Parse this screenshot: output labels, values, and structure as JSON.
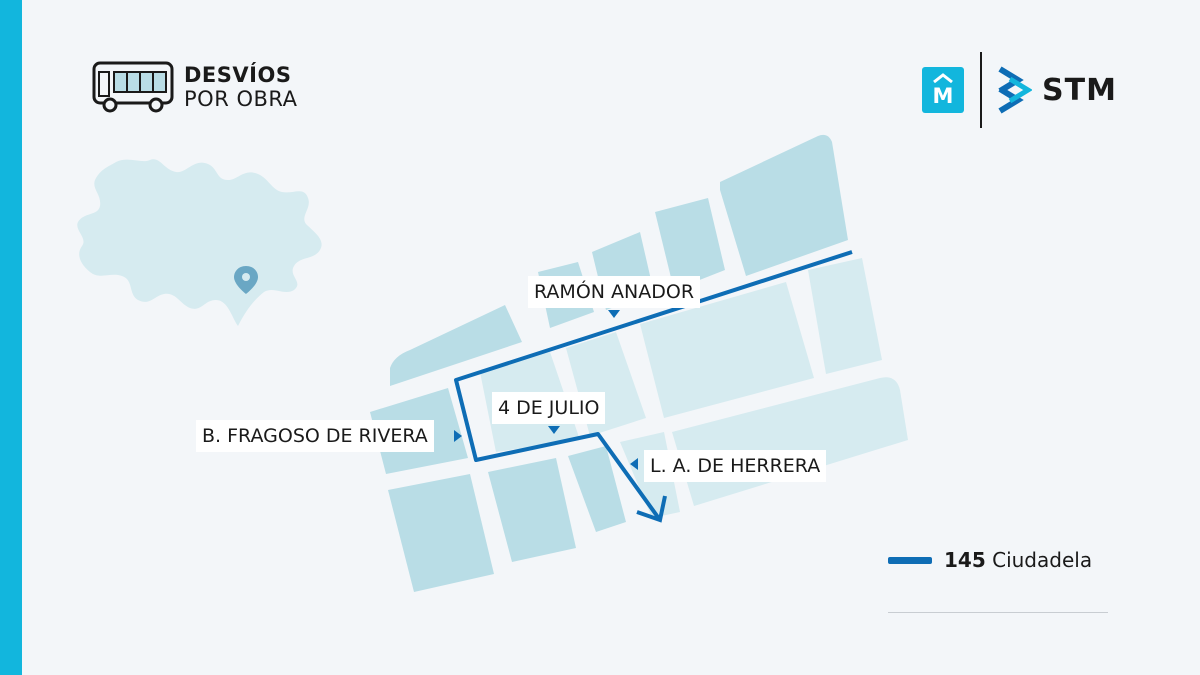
{
  "header": {
    "title_main": "DESVÍOS",
    "title_sub": "POR OBRA",
    "bus_icon": "bus-icon"
  },
  "logos": {
    "m_logo_letter": "M",
    "brand_text": "STM"
  },
  "map": {
    "location_pin_icon": "location-pin-icon",
    "streets": {
      "ramon_anador": "RAMÓN ANADOR",
      "cuatro_de_julio": "4 DE JULIO",
      "fragoso_de_rivera": "B. FRAGOSO DE RIVERA",
      "de_herrera": "L. A. DE HERRERA"
    }
  },
  "legend": {
    "line_number": "145",
    "line_destination": "Ciudadela"
  },
  "colors": {
    "accent": "#12b6dd",
    "route": "#0e6db5",
    "blocks_dark": "#b9dde6",
    "blocks_light": "#d6ebf0",
    "background": "#f3f6f9"
  }
}
